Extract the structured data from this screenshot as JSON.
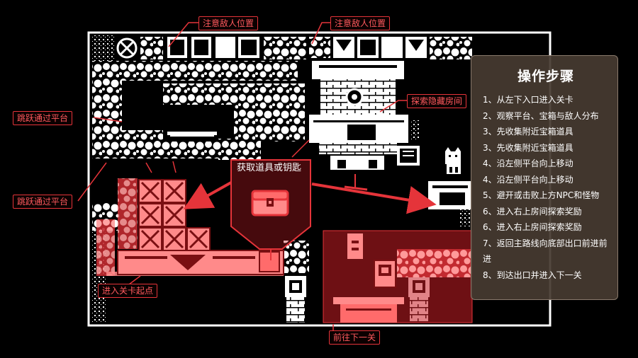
{
  "labels": {
    "enemy_left": "注意敌人位置",
    "enemy_right": "注意敌人位置",
    "hidden_room": "探索隐藏房间",
    "jump_upper": "跳跃通过平台",
    "jump_lower": "跳跃通过平台",
    "get_item": "获取道具或钥匙",
    "start_point": "进入关卡起点",
    "next_level": "前往下一关"
  },
  "steps": {
    "title": "操作步骤",
    "items": [
      "1、从左下入口进入关卡",
      "2、观察平台、宝箱与敌人分布",
      "3、先收集附近宝箱道具",
      "3、先收集附近宝箱道具",
      "4、沿左侧平台向上移动",
      "4、沿左侧平台向上移动",
      "5、避开或击败上方NPC和怪物",
      "6、进入右上房间探索奖励",
      "6、进入右上房间探索奖励",
      "7、返回主路线向底部出口前进前进",
      "8、到达出口并进入下一关"
    ]
  },
  "colors": {
    "highlight": "#e5343a",
    "highlight_fill": "#ff6b6b",
    "panel_bg": "#463a30",
    "pixel_white": "#ffffff",
    "background": "#000000"
  },
  "icons": {
    "chest": "treasure-chest-icon",
    "npc": "cat-npc-icon",
    "crate": "crate-icon"
  }
}
